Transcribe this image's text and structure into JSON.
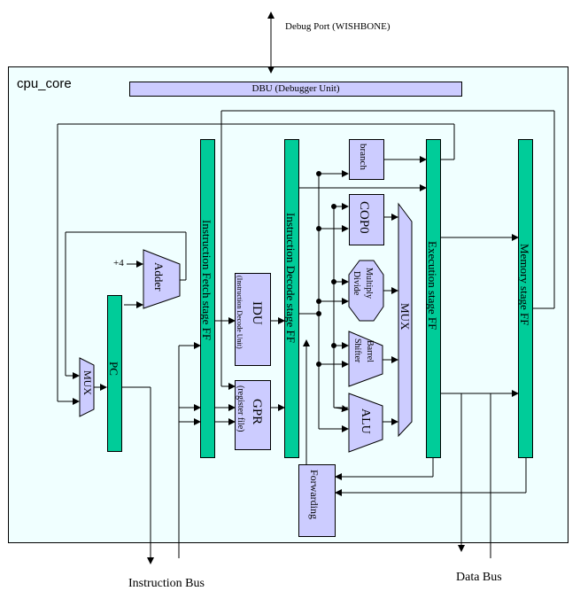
{
  "diagram": {
    "debug_port": "Debug Port  (WISHBONE)",
    "core_title": "cpu_core",
    "dbu": "DBU (Debugger Unit)",
    "plus4": "+4",
    "adder": "Adder",
    "mux_left": "MUX",
    "pc": "PC",
    "if_stage": "Instruction Fetch stage FF",
    "idu_title": "IDU",
    "idu_sub": "(Instruction Decode Unit)",
    "gpr_title": "GPR",
    "gpr_sub": "(register file)",
    "id_stage": "Instruction Decode stage FF",
    "branch": "branch",
    "cop0": "COP0",
    "multiply_divide_line1": "Multiply",
    "multiply_divide_line2": "Divide",
    "barrel_shifter_line1": "Barrel",
    "barrel_shifter_line2": "Shifter",
    "alu": "ALU",
    "mux_right": "MUX",
    "ex_stage": "Execution stage FF",
    "mem_stage": "Memory stage FF",
    "forwarding": "Forwarding",
    "instruction_bus": "Instruction Bus",
    "data_bus": "Data Bus"
  }
}
